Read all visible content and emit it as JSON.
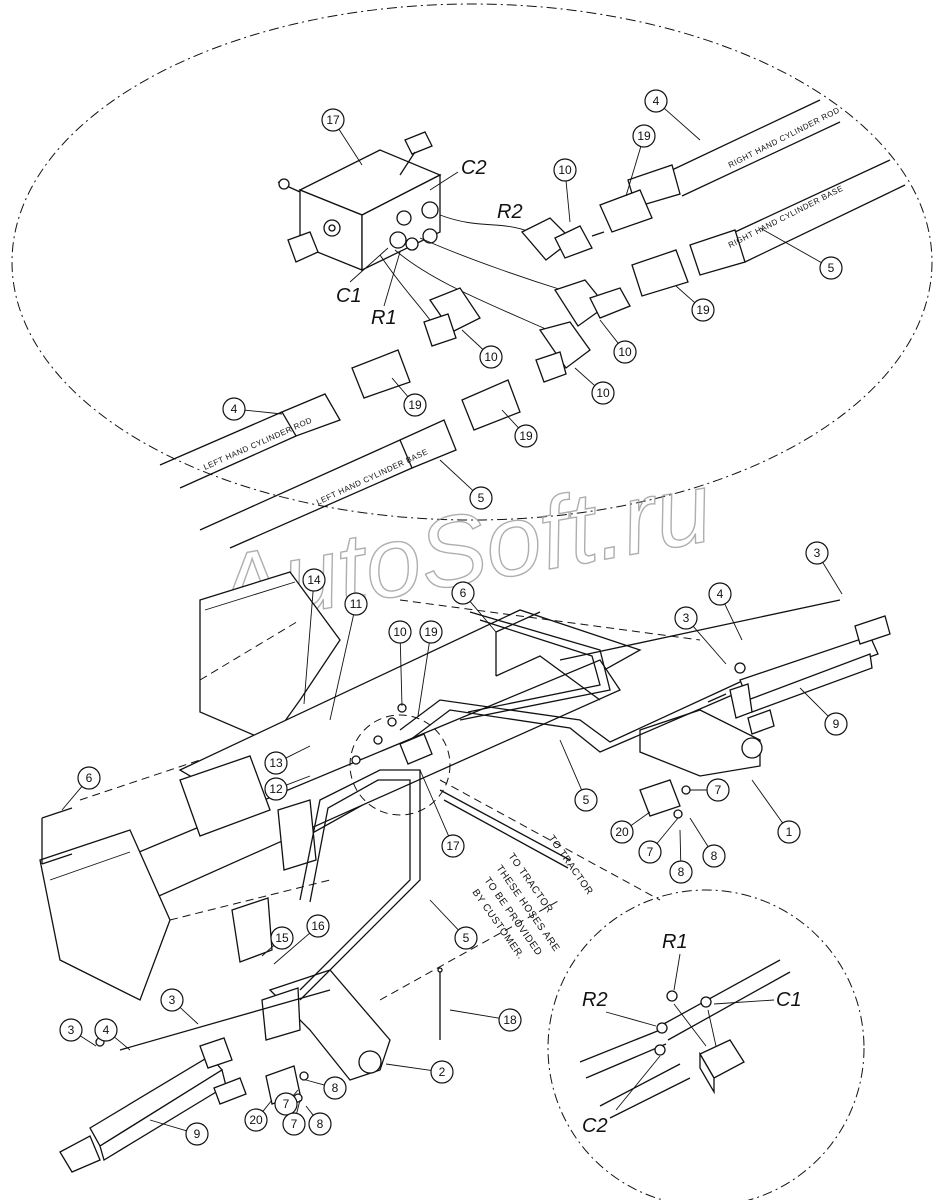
{
  "watermark": "AutoSoft.ru",
  "hose_labels": {
    "rh_rod": "RIGHT HAND CYLINDER ROD",
    "rh_base": "RIGHT HAND CYLINDER BASE",
    "lh_rod": "LEFT HAND CYLINDER ROD",
    "lh_base": "LEFT HAND CYLINDER BASE"
  },
  "port_labels": {
    "c1": "C1",
    "c2": "C2",
    "r1": "R1",
    "r2": "R2"
  },
  "notes": {
    "to_tractor_1": "TO TRACTOR",
    "to_tractor_2": "TO TRACTOR",
    "customer_1": "THESE HOSES ARE",
    "customer_2": "TO BE PROVIDED",
    "customer_3": "BY CUSTOMER."
  },
  "callouts": {
    "c17_top": "17",
    "c4_top_r": "4",
    "c19_top_r": "19",
    "c10_top_r": "10",
    "c5_top_r": "5",
    "c19_mid_r": "19",
    "c10_mid": "10",
    "c10_mid2": "10",
    "c10_left": "10",
    "c19_left": "19",
    "c4_left": "4",
    "c19_left2": "19",
    "c5_left": "5",
    "c3_right_top": "3",
    "c4_right": "4",
    "c3_right": "3",
    "c9_right": "9",
    "c6_center": "6",
    "c14": "14",
    "c11": "11",
    "c10_c": "10",
    "c19_c": "19",
    "c13": "13",
    "c12": "12",
    "c17_c": "17",
    "c5_c": "5",
    "c7_r1": "7",
    "c1": "1",
    "c20_r": "20",
    "c7_r2": "7",
    "c8_r1": "8",
    "c8_r2": "8",
    "c6_left": "6",
    "c15": "15",
    "c16": "16",
    "c5_low": "5",
    "c18": "18",
    "c3_low": "3",
    "c3_low2": "3",
    "c4_low": "4",
    "c2": "2",
    "c8_low1": "8",
    "c20_low": "20",
    "c7_low1": "7",
    "c7_low2": "7",
    "c8_low2": "8",
    "c9_low": "9"
  }
}
